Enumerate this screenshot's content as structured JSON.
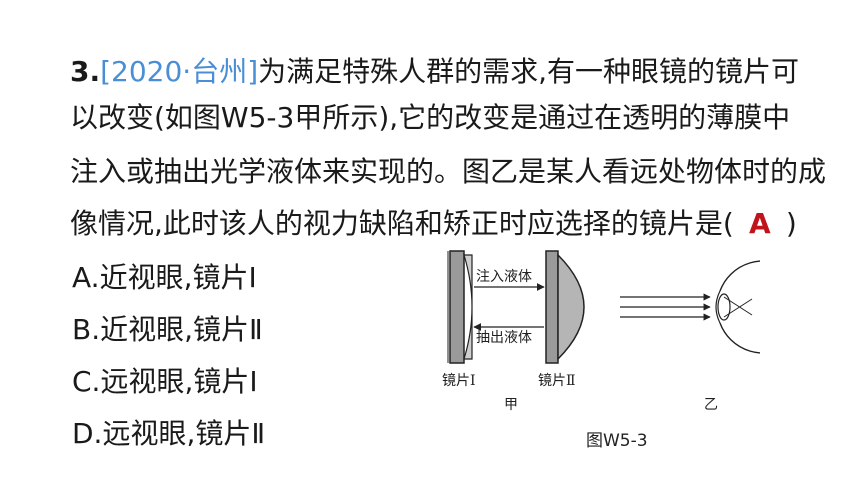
{
  "question": {
    "number": "3.",
    "source": "[2020·台州]",
    "line1": "为满足特殊人群的需求,有一种眼镜的镜片可",
    "line2": "以改变(如图W5-3甲所示),它的改变是通过在透明的薄膜中",
    "line3": "注入或抽出光学液体来实现的。图乙是某人看远处物体时的成",
    "line4_pre": "像情况,此时该人的视力缺陷和矫正时应选择的镜片是(",
    "answer": "A",
    "line4_post": ")"
  },
  "options": [
    "A.近视眼,镜片Ⅰ",
    "B.近视眼,镜片Ⅱ",
    "C.远视眼,镜片Ⅰ",
    "D.远视眼,镜片Ⅱ"
  ],
  "figure": {
    "inject_label": "注入液体",
    "extract_label": "抽出液体",
    "lens1_label": "镜片Ⅰ",
    "lens2_label": "镜片Ⅱ",
    "part_a": "甲",
    "part_b": "乙",
    "caption": "图W5-3"
  }
}
